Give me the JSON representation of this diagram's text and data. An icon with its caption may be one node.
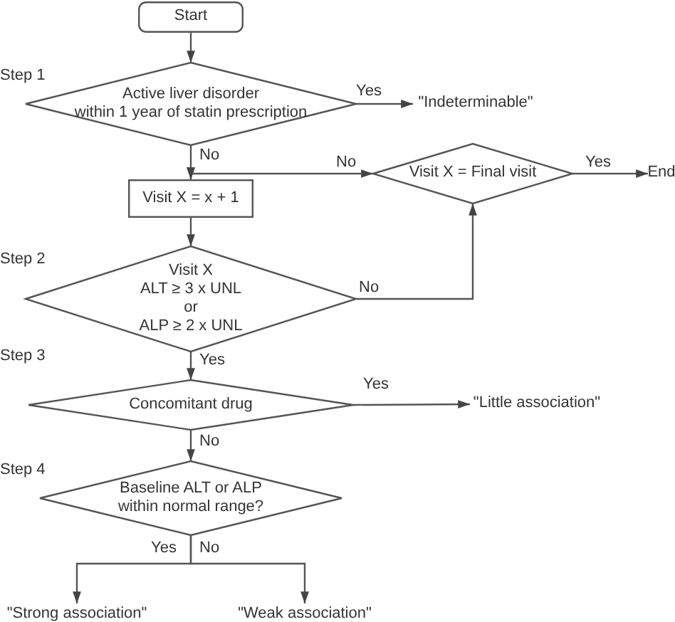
{
  "diagram": {
    "nodes": [
      {
        "text": [
          "Start"
        ]
      },
      {
        "text": [
          "Active liver disorder",
          "within 1 year of statin prescription"
        ]
      },
      {
        "text": [
          "\"Indeterminable\""
        ]
      },
      {
        "text": [
          "Visit X = Final visit"
        ]
      },
      {
        "text": [
          "End"
        ]
      },
      {
        "text": [
          "Visit X = x + 1"
        ]
      },
      {
        "text": [
          "Visit X",
          "ALT ≥ 3 x UNL",
          "or",
          "ALP ≥ 2 x UNL"
        ]
      },
      {
        "text": [
          "Concomitant drug"
        ]
      },
      {
        "text": [
          "\"Little association\""
        ]
      },
      {
        "text": [
          "Baseline ALT or ALP within normal range?"
        ]
      },
      {
        "text": [
          "\"Strong association\""
        ]
      },
      {
        "text": [
          "\"Weak association\""
        ]
      }
    ],
    "edges": [
      {
        "from": 0,
        "to": 1,
        "arrow": "to"
      },
      {
        "from": 1,
        "to": 2,
        "arrow": "to",
        "label": "Yes"
      },
      {
        "from": 1,
        "to": 5,
        "arrow": "to",
        "label": "No"
      },
      {
        "from": 3,
        "to": 5,
        "arrow": "both",
        "label": "No"
      },
      {
        "from": 3,
        "to": 4,
        "arrow": "to",
        "label": "Yes"
      },
      {
        "from": 5,
        "to": 6,
        "arrow": "to"
      },
      {
        "from": 6,
        "to": 3,
        "arrow": "to",
        "label": "No"
      },
      {
        "from": 6,
        "to": 7,
        "arrow": "to",
        "label": "Yes"
      },
      {
        "from": 7,
        "to": 8,
        "arrow": "to",
        "label": "Yes"
      },
      {
        "from": 7,
        "to": 9,
        "arrow": "to",
        "label": "No"
      },
      {
        "from": 9,
        "to": 10,
        "arrow": "to",
        "label": "Yes"
      },
      {
        "from": 9,
        "to": 11,
        "arrow": "to",
        "label": "No"
      }
    ],
    "labels": [
      "Step 1",
      "Step 2",
      "Step 3",
      "Step 4"
    ]
  }
}
